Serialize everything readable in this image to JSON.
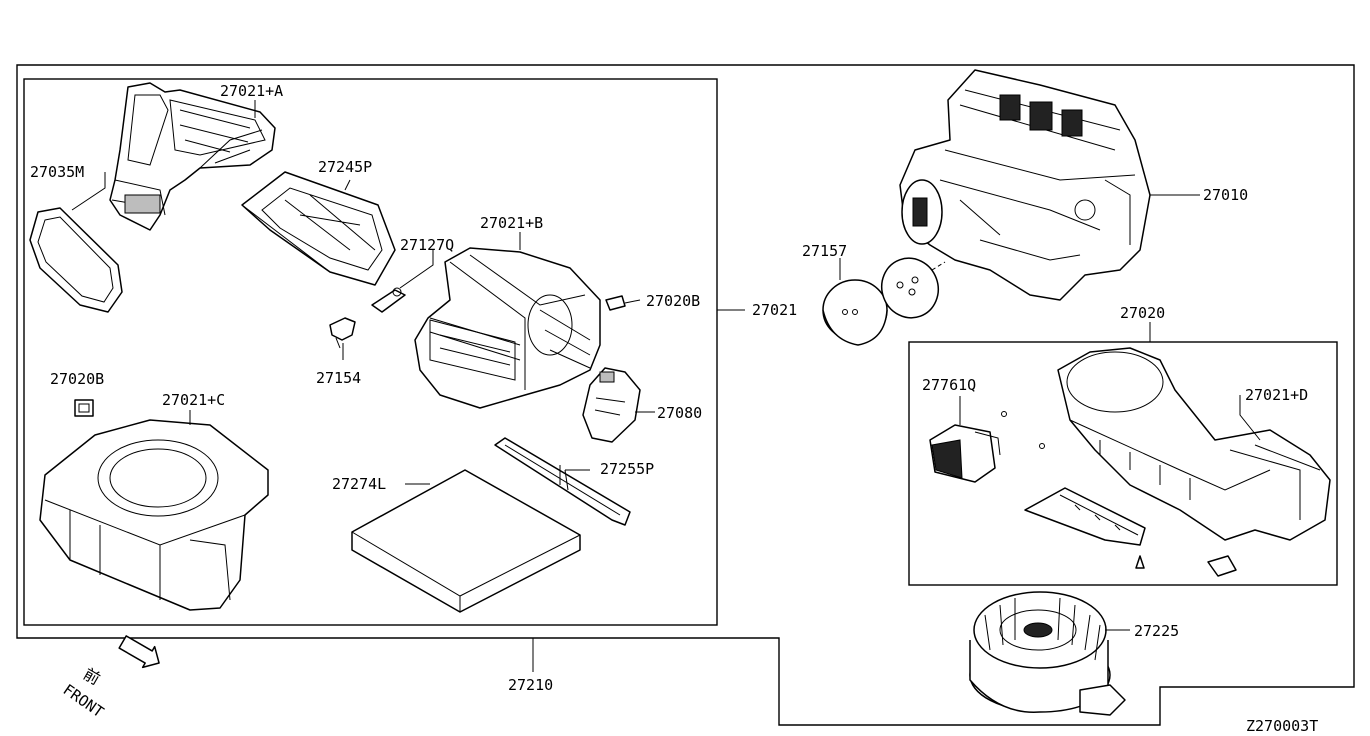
{
  "diagram_code": "Z270003T",
  "front_label": "FRONT",
  "front_kanji": "前",
  "labels": {
    "p27021A": "27021+A",
    "p27035M": "27035M",
    "p27245P": "27245P",
    "p27021B": "27021+B",
    "p27127Q": "27127Q",
    "p27020B_top": "27020B",
    "p27021": "27021",
    "p27154": "27154",
    "p27020B_left": "27020B",
    "p27021C": "27021+C",
    "p27080": "27080",
    "p27255P": "27255P",
    "p27274L": "27274L",
    "p27210": "27210",
    "p27157": "27157",
    "p27010": "27010",
    "p27020": "27020",
    "p27761Q": "27761Q",
    "p27021D": "27021+D",
    "p27225": "27225"
  }
}
